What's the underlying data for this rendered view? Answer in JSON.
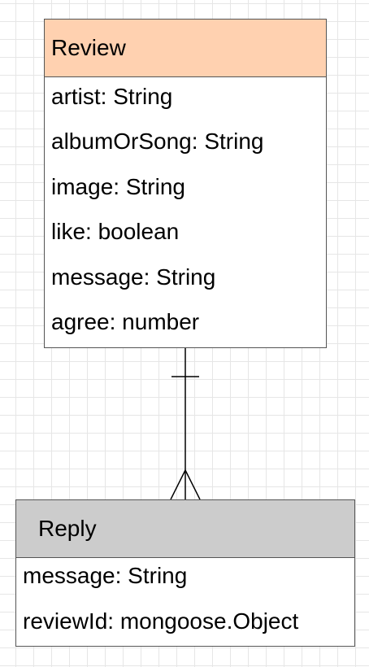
{
  "review": {
    "title": "Review",
    "header_color": "#ffd1b0",
    "fields": [
      "artist: String",
      "albumOrSong: String",
      "image: String",
      "like: boolean",
      "message: String",
      "agree: number"
    ]
  },
  "reply": {
    "title": "Reply",
    "header_color": "#cccccc",
    "fields": [
      "message: String",
      "reviewId: mongoose.Object"
    ]
  },
  "relationship": {
    "from": "Review",
    "to": "Reply",
    "from_cardinality": "one",
    "to_cardinality": "many"
  }
}
